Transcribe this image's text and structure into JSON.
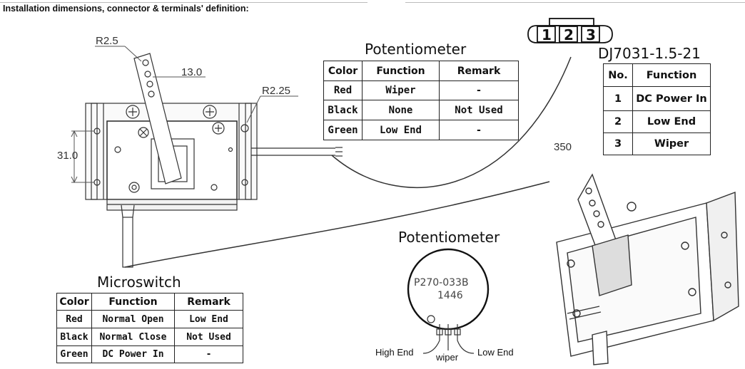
{
  "heading": "Installation dimensions, connector & terminals' definition:",
  "dimensions": {
    "r1": "R2.5",
    "width": "13.0",
    "r2": "R2.25",
    "height": "31.0",
    "cable_length": "350"
  },
  "connector": {
    "pins": [
      "1",
      "2",
      "3"
    ],
    "model": "DJ7031-1.5-21",
    "headers": [
      "No.",
      "Function"
    ],
    "rows": [
      [
        "1",
        "DC Power In"
      ],
      [
        "2",
        "Low End"
      ],
      [
        "3",
        "Wiper"
      ]
    ]
  },
  "potentiometer_table": {
    "title": "Potentiometer",
    "headers": [
      "Color",
      "Function",
      "Remark"
    ],
    "rows": [
      [
        "Red",
        "Wiper",
        "-"
      ],
      [
        "Black",
        "None",
        "Not Used"
      ],
      [
        "Green",
        "Low End",
        "-"
      ]
    ]
  },
  "microswitch_table": {
    "title": "Microswitch",
    "headers": [
      "Color",
      "Function",
      "Remark"
    ],
    "rows": [
      [
        "Red",
        "Normal Open",
        "Low End"
      ],
      [
        "Black",
        "Normal Close",
        "Not Used"
      ],
      [
        "Green",
        "DC Power In",
        "-"
      ]
    ]
  },
  "pot_component": {
    "title": "Potentiometer",
    "part_number": "P270-033B",
    "date_code": "1446",
    "terminals": [
      "High End",
      "wiper",
      "Low End"
    ]
  }
}
